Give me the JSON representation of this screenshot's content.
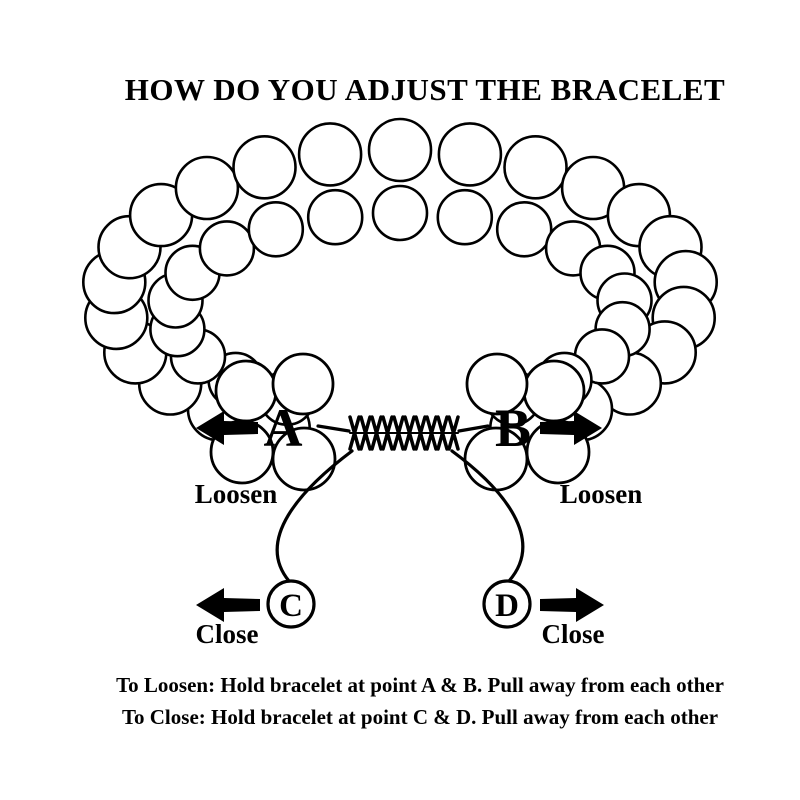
{
  "title": "HOW DO YOU ADJUST THE BRACELET",
  "diagram": {
    "point_a": "A",
    "point_b": "B",
    "point_c": "C",
    "point_d": "D",
    "loosen_left": "Loosen",
    "loosen_right": "Loosen",
    "close_left": "Close",
    "close_right": "Close"
  },
  "instructions": {
    "line1": "To Loosen: Hold bracelet at point A & B. Pull away from each other",
    "line2": "To Close: Hold bracelet at point C & D. Pull away from each other"
  },
  "colors": {
    "ink": "#000000",
    "background": "#ffffff"
  }
}
